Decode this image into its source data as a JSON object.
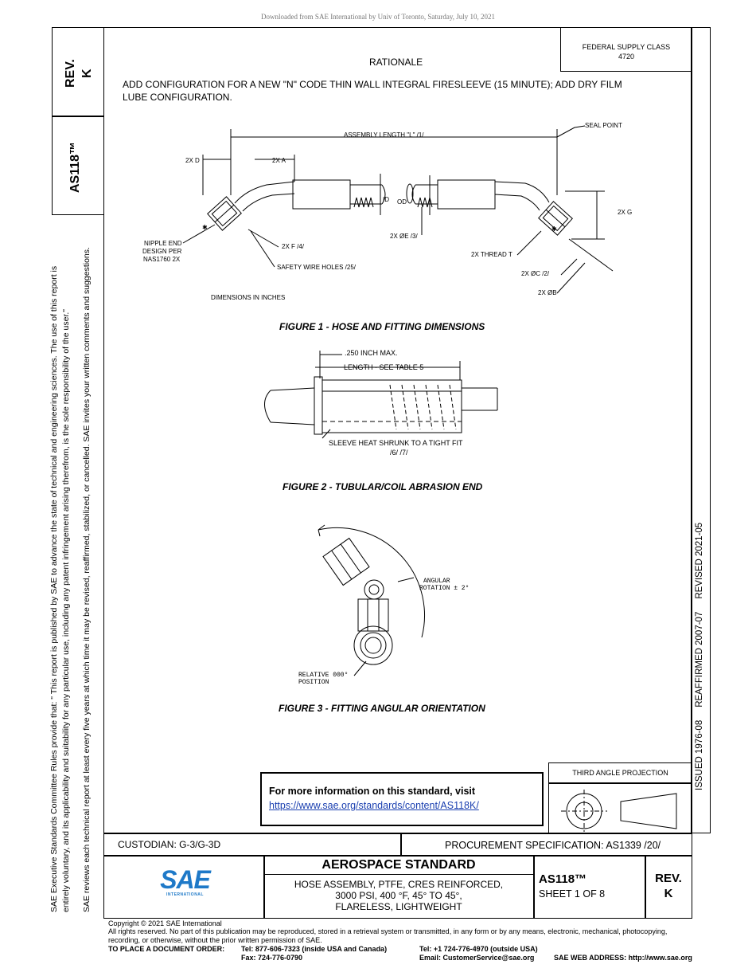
{
  "header": {
    "download_note": "Downloaded from SAE International by Univ of Toronto, Saturday, July 10, 2021"
  },
  "left_panel": {
    "rev_label": "REV.",
    "rev_value": "K",
    "doc_number": "AS118™",
    "notice_line1": "SAE Executive Standards Committee Rules provide that: \"  This report is published by SAE to advance the state of technical and engineering sciences. The use of this report is",
    "notice_line2": "entirely voluntary, and its applicability and suitability for any particular use, including any patent infringement arising therefrom, is the sole responsibility of the user.\"",
    "notice_line3": "SAE reviews each technical report at least every five years at which time it may be revised, reaffirmed, stabilized, or cancelled. SAE invites your written comments and suggestions."
  },
  "right_panel": {
    "supply_class_label": "FEDERAL SUPPLY CLASS",
    "supply_class_value": "4720",
    "dates": "ISSUED 1976-08     REAFFIRMED 2007-07     REVISED 2021-05"
  },
  "rationale": {
    "title": "RATIONALE",
    "text_line1": "ADD CONFIGURATION FOR A NEW \"N\" CODE THIN WALL INTEGRAL FIRESLEEVE (15 MINUTE); ADD DRY FILM",
    "text_line2": "LUBE CONFIGURATION."
  },
  "figure1": {
    "caption": "FIGURE 1 - HOSE AND FITTING DIMENSIONS",
    "labels": {
      "assembly_length": "ASSEMBLY  LENGTH  \"L\"  /1/",
      "seal_point": "SEAL POINT",
      "d": "2X D",
      "a": "2X A",
      "id": "ID",
      "od": "OD",
      "g": "2X G",
      "e": "2X ØE /3/",
      "nipple1": "NIPPLE END",
      "nipple2": "DESIGN PER",
      "nipple3": "NAS1760  2X",
      "f": "2X F /4/",
      "safety": "SAFETY WIRE HOLES /25/",
      "thread": "2X THREAD T",
      "c": "2X ØC /2/",
      "b": "2X ØB",
      "dims": "DIMENSIONS  IN  INCHES"
    }
  },
  "figure2": {
    "caption": "FIGURE 2 - TUBULAR/COIL ABRASION END",
    "labels": {
      "max": ".250 INCH MAX.",
      "length": "LENGTH - SEE TABLE 5",
      "sleeve": "SLEEVE HEAT SHRUNK TO A TIGHT FIT",
      "notes": "/6/  /7/"
    }
  },
  "figure3": {
    "caption": "FIGURE 3 - FITTING ANGULAR ORIENTATION",
    "labels": {
      "angular1": "ANGULAR",
      "angular2": "ROTATION ± 2°",
      "relative1": "RELATIVE 000°",
      "relative2": "POSITION"
    }
  },
  "info_box": {
    "text": "For more information on this standard, visit",
    "link": "https://www.sae.org/standards/content/AS118K/"
  },
  "projection": {
    "label": "THIRD ANGLE PROJECTION"
  },
  "title_block": {
    "custodian": "CUSTODIAN: G-3/G-3D",
    "procurement": "PROCUREMENT SPECIFICATION: AS1339 /20/",
    "standard_type": "AEROSPACE STANDARD",
    "title_line1": "HOSE ASSEMBLY, PTFE, CRES REINFORCED,",
    "title_line2": "3000 PSI, 400 °F, 45° TO 45°,",
    "title_line3": "FLARELESS, LIGHTWEIGHT",
    "doc_number": "AS118™",
    "sheet": "SHEET 1 OF 8",
    "rev_label": "REV.",
    "rev_value": "K",
    "logo_text": "SAE",
    "logo_sub": "INTERNATIONAL"
  },
  "footer": {
    "copyright": "Copyright © 2021 SAE International",
    "rights1": "All rights reserved. No part of this publication may be reproduced, stored in a retrieval system or transmitted, in any form or by any means, electronic, mechanical, photocopying,",
    "rights2": "recording, or otherwise, without the prior written permission of SAE.",
    "order_label": "TO PLACE A DOCUMENT ORDER:",
    "tel1": "Tel: 877-606-7323 (inside USA and Canada)",
    "fax": "Fax: 724-776-0790",
    "tel2": "Tel: +1 724-776-4970 (outside USA)",
    "email": "Email: CustomerService@sae.org",
    "web": "SAE WEB ADDRESS: http://www.sae.org"
  }
}
